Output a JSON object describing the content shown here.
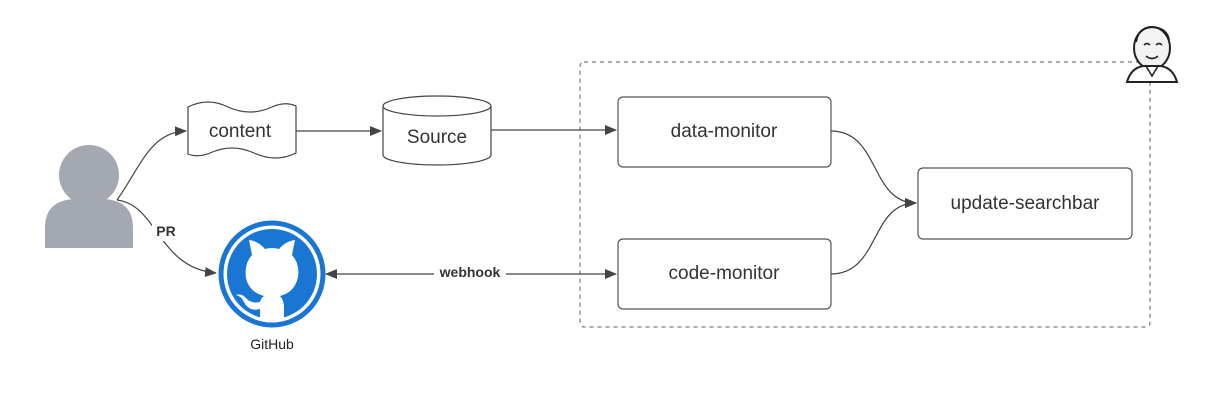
{
  "nodes": {
    "content": "content",
    "source": "Source",
    "data_monitor": "data-monitor",
    "code_monitor": "code-monitor",
    "update_searchbar": "update-searchbar",
    "github": "GitHub"
  },
  "edges": {
    "pr_label": "PR",
    "webhook_label": "webhook"
  },
  "icons": {
    "user": "person-icon",
    "github": "github-octocat-icon",
    "jenkins": "jenkins-butler-icon"
  },
  "colors": {
    "user_gray": "#a4a8b0",
    "github_blue": "#1976d2",
    "line": "#444444",
    "box_border": "#555555",
    "group_border": "#777777"
  }
}
